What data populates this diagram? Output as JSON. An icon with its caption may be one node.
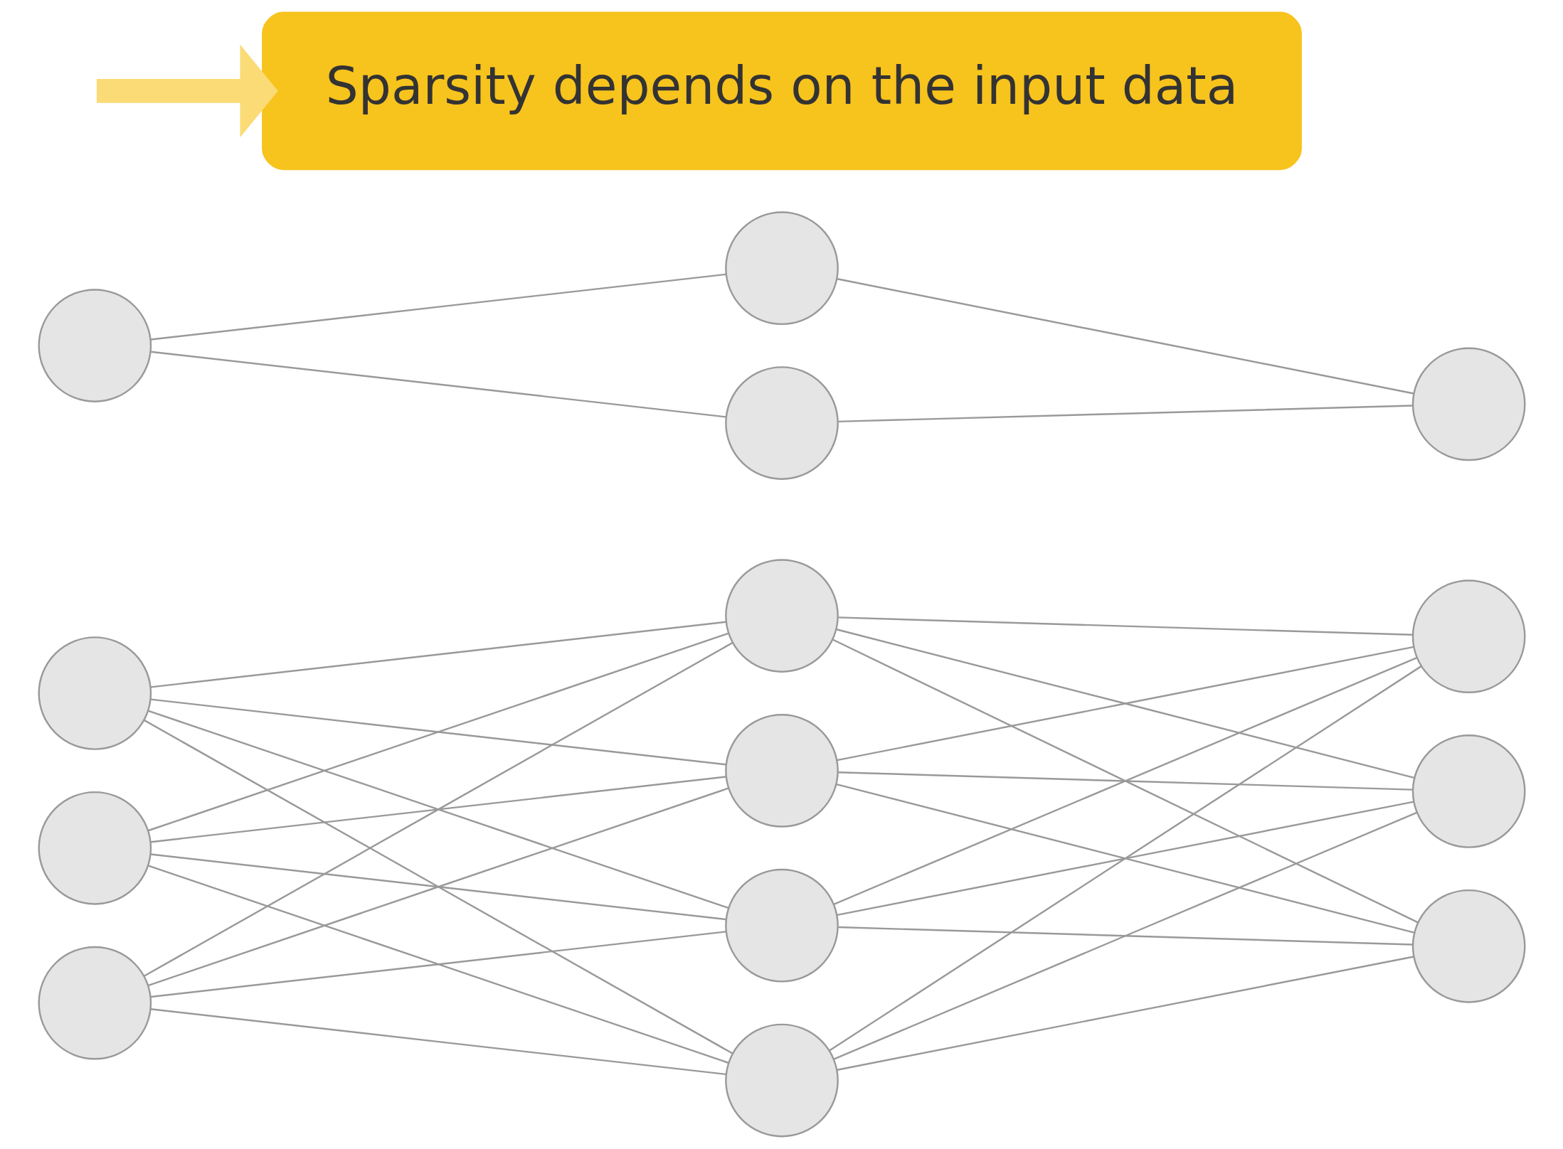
{
  "diagram": {
    "nodes": [
      {
        "text": [],
        "shape": "circle"
      },
      {
        "text": [],
        "shape": "circle"
      },
      {
        "text": [],
        "shape": "circle"
      },
      {
        "text": [],
        "shape": "circle"
      },
      {
        "text": [],
        "shape": "circle"
      },
      {
        "text": [],
        "shape": "circle"
      },
      {
        "text": [],
        "shape": "circle"
      },
      {
        "text": [],
        "shape": "circle"
      },
      {
        "text": [],
        "shape": "circle"
      },
      {
        "text": [],
        "shape": "circle"
      },
      {
        "text": [],
        "shape": "circle"
      },
      {
        "text": [],
        "shape": "circle"
      },
      {
        "text": [],
        "shape": "circle"
      },
      {
        "text": [],
        "shape": "circle"
      },
      {
        "text": [
          "Sparsity depends on the input data"
        ]
      }
    ],
    "edges": [
      {
        "from": 0,
        "to": 3,
        "arrow": "none"
      },
      {
        "from": 0,
        "to": 4,
        "arrow": "none"
      },
      {
        "from": 0,
        "to": 5,
        "arrow": "none"
      },
      {
        "from": 0,
        "to": 6,
        "arrow": "none"
      },
      {
        "from": 1,
        "to": 3,
        "arrow": "none"
      },
      {
        "from": 1,
        "to": 4,
        "arrow": "none"
      },
      {
        "from": 1,
        "to": 5,
        "arrow": "none"
      },
      {
        "from": 1,
        "to": 6,
        "arrow": "none"
      },
      {
        "from": 2,
        "to": 3,
        "arrow": "none"
      },
      {
        "from": 2,
        "to": 4,
        "arrow": "none"
      },
      {
        "from": 2,
        "to": 5,
        "arrow": "none"
      },
      {
        "from": 2,
        "to": 6,
        "arrow": "none"
      },
      {
        "from": 3,
        "to": 7,
        "arrow": "none"
      },
      {
        "from": 3,
        "to": 8,
        "arrow": "none"
      },
      {
        "from": 3,
        "to": 9,
        "arrow": "none"
      },
      {
        "from": 4,
        "to": 7,
        "arrow": "none"
      },
      {
        "from": 4,
        "to": 8,
        "arrow": "none"
      },
      {
        "from": 4,
        "to": 9,
        "arrow": "none"
      },
      {
        "from": 5,
        "to": 7,
        "arrow": "none"
      },
      {
        "from": 5,
        "to": 8,
        "arrow": "none"
      },
      {
        "from": 5,
        "to": 9,
        "arrow": "none"
      },
      {
        "from": 6,
        "to": 7,
        "arrow": "none"
      },
      {
        "from": 6,
        "to": 8,
        "arrow": "none"
      },
      {
        "from": 6,
        "to": 9,
        "arrow": "none"
      },
      {
        "from": 10,
        "to": 11,
        "arrow": "none"
      },
      {
        "from": 10,
        "to": 12,
        "arrow": "none"
      },
      {
        "from": 11,
        "to": 13,
        "arrow": "none"
      },
      {
        "from": 12,
        "to": 13,
        "arrow": "none"
      },
      {
        "from": null,
        "to": 14,
        "arrow": "to",
        "style": "thick",
        "color": "#fadb75"
      }
    ]
  }
}
